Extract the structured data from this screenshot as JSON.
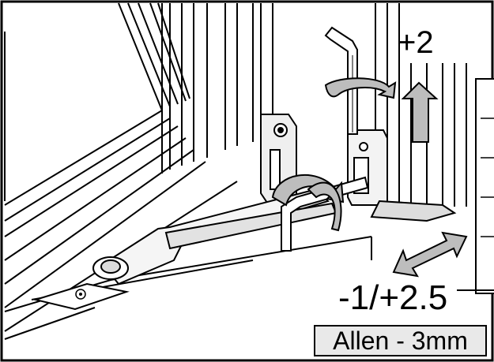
{
  "labels": {
    "height_adjustment": "+2",
    "lateral_adjustment": "-1/+2.5",
    "tool": "Allen - 3mm"
  },
  "colors": {
    "line": "#000000",
    "frame_fill": "#ffffff",
    "shade": "#cfcfcf",
    "arrow_fill": "#bdbdbd",
    "badge_fill": "#e9e9e9"
  },
  "icons": [
    "allen-key-icon",
    "rotation-arrow-icon",
    "up-arrow-icon",
    "double-arrow-icon",
    "screw-icon"
  ]
}
